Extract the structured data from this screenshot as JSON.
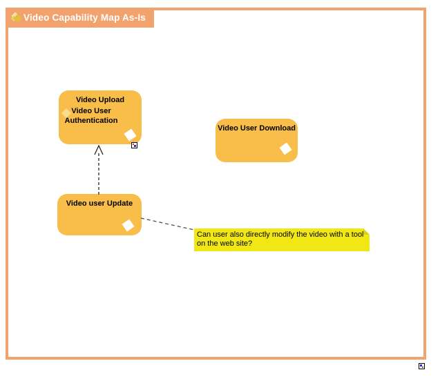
{
  "diagram": {
    "title": "Video Capability Map As-Is",
    "title_icon": "capability-map-icon",
    "nodes": [
      {
        "label": "Video Upload",
        "children": [
          {
            "label": "Video User Authentication"
          }
        ]
      },
      {
        "label": "Video User Download",
        "children": []
      },
      {
        "label": "Video user Update",
        "children": []
      }
    ],
    "note": {
      "text": "Can user also directly modify the video with a tool on the web site?"
    },
    "connections": [
      {
        "from": "Video user Update",
        "to": "Video Upload",
        "style": "dashed-open-arrow"
      },
      {
        "from": "Video user Update",
        "to": "note",
        "style": "dashed-line"
      }
    ],
    "colors": {
      "frame": "#F2A26D",
      "capability_fill": "#F9BD49",
      "note_fill": "#F0E715",
      "title_text": "#FFFFFF",
      "label_text": "#000000",
      "connector": "#4D4D4D"
    }
  }
}
